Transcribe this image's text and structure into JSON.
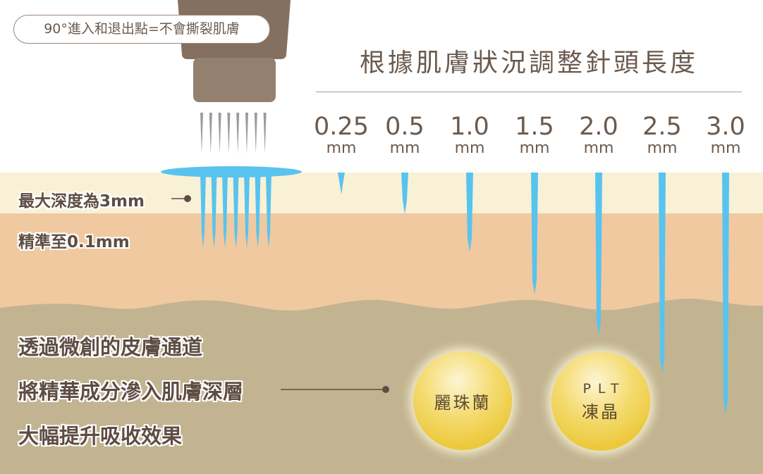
{
  "badge": "90°進入和退出點=不會撕裂肌膚",
  "title": "根據肌膚狀況調整針頭長度",
  "needle_lengths": [
    {
      "value": "0.25",
      "unit": "mm"
    },
    {
      "value": "0.5",
      "unit": "mm"
    },
    {
      "value": "1.0",
      "unit": "mm"
    },
    {
      "value": "1.5",
      "unit": "mm"
    },
    {
      "value": "2.0",
      "unit": "mm"
    },
    {
      "value": "2.5",
      "unit": "mm"
    },
    {
      "value": "3.0",
      "unit": "mm"
    }
  ],
  "depth_label": "最大深度為3mm",
  "precision_label": "精準至0.1mm",
  "benefits": [
    "透過微創的皮膚通道",
    "將精華成分滲入肌膚深層",
    "大幅提升吸收效果"
  ],
  "ingredients": [
    {
      "top": "",
      "name": "麗珠蘭"
    },
    {
      "top": "PLT",
      "name": "凍晶"
    }
  ],
  "colors": {
    "epidermis": "#f8f1d6",
    "dermis": "#f0c9a0",
    "subcutis": "#c2b491",
    "needle": "#58c3ee",
    "device": "#85705f",
    "text": "#6b5a4e"
  }
}
